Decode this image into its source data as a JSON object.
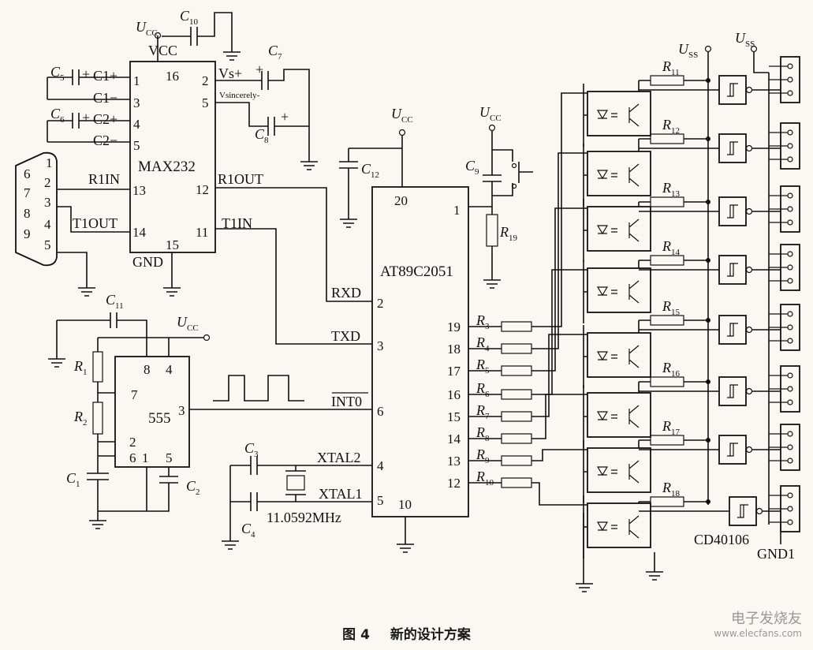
{
  "caption": {
    "figure": "图 4",
    "title": "新的设计方案"
  },
  "watermark": {
    "logo": "电子发烧友",
    "url": "www.elecfans.com"
  },
  "chips": {
    "max232": {
      "name": "MAX232",
      "vcc": "VCC",
      "gnd": "GND",
      "pins_left": [
        {
          "label": "C1+",
          "num": "1"
        },
        {
          "label": "C1−",
          "num": "3"
        },
        {
          "label": "C2+",
          "num": "4"
        },
        {
          "label": "C2−",
          "num": "5"
        },
        {
          "label": "R1IN",
          "num": "13"
        },
        {
          "label": "T1OUT",
          "num": "14"
        }
      ],
      "pins_right": [
        {
          "label": "Vs+",
          "num": "2"
        },
        {
          "label": "Vsincerely-",
          "num": "5"
        },
        {
          "label": "R1OUT",
          "num": "12"
        },
        {
          "label": "T1IN",
          "num": "11"
        }
      ],
      "pin16": "16",
      "pin15": "15"
    },
    "mcu": {
      "name": "AT89C2051",
      "pins_left": [
        {
          "label": "RXD",
          "num": "2"
        },
        {
          "label": "TXD",
          "num": "3"
        },
        {
          "label": "INT0",
          "num": "6"
        },
        {
          "label": "XTAL2",
          "num": "4"
        },
        {
          "label": "XTAL1",
          "num": "5"
        }
      ],
      "pin20": "20",
      "pin1": "1",
      "pin10": "10",
      "port_pins": [
        "19",
        "18",
        "17",
        "16",
        "15",
        "14",
        "13",
        "12"
      ]
    },
    "timer555": {
      "name": "555",
      "pins": {
        "p8": "8",
        "p4": "4",
        "p7": "7",
        "p3": "3",
        "p2": "2",
        "p6": "6",
        "p1": "1",
        "p5": "5"
      }
    },
    "inverter": {
      "name": "CD40106"
    }
  },
  "labels": {
    "ucc": "U",
    "ucc_sub": "CC",
    "uss": "U",
    "uss_sub": "SS",
    "gnd1": "GND1",
    "crystal": "11.0592MHz",
    "c10": "C",
    "c10n": "10",
    "c5": "C",
    "c5n": "5",
    "c6": "C",
    "c6n": "6",
    "c7": "C",
    "c7n": "7",
    "c8": "C",
    "c8n": "8",
    "c12": "C",
    "c12n": "12",
    "c9": "C",
    "c9n": "9",
    "c11": "C",
    "c11n": "11",
    "c1": "C",
    "c1n": "1",
    "c2": "C",
    "c2n": "2",
    "c3": "C",
    "c3n": "3",
    "c4": "C",
    "c4n": "4",
    "r1": "R",
    "r1n": "1",
    "r2": "R",
    "r2n": "2",
    "r19": "R",
    "r19n": "19",
    "plus": "+"
  },
  "port_resistors": [
    {
      "r": "R",
      "n": "3"
    },
    {
      "r": "R",
      "n": "4"
    },
    {
      "r": "R",
      "n": "5"
    },
    {
      "r": "R",
      "n": "6"
    },
    {
      "r": "R",
      "n": "7"
    },
    {
      "r": "R",
      "n": "8"
    },
    {
      "r": "R",
      "n": "9"
    },
    {
      "r": "R",
      "n": "10"
    }
  ],
  "pullup_resistors": [
    {
      "r": "R",
      "n": "11"
    },
    {
      "r": "R",
      "n": "12"
    },
    {
      "r": "R",
      "n": "13"
    },
    {
      "r": "R",
      "n": "14"
    },
    {
      "r": "R",
      "n": "15"
    },
    {
      "r": "R",
      "n": "16"
    },
    {
      "r": "R",
      "n": "17"
    },
    {
      "r": "R",
      "n": "18"
    }
  ],
  "db9_pins": [
    "1",
    "2",
    "3",
    "4",
    "5",
    "6",
    "7",
    "8",
    "9"
  ]
}
